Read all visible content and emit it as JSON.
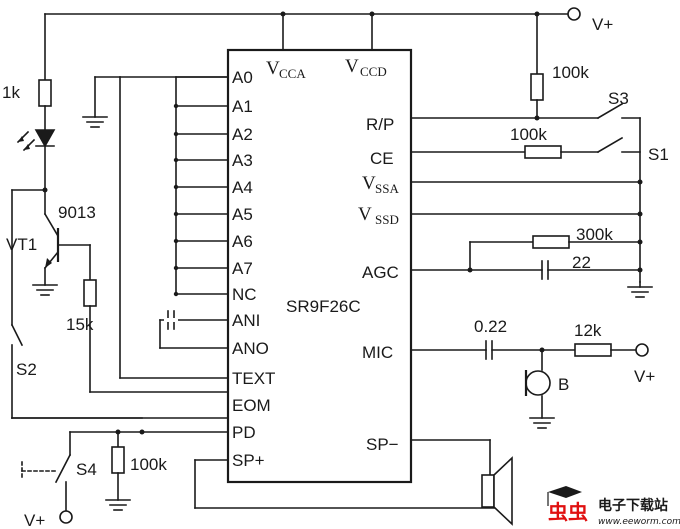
{
  "diagram": {
    "type": "circuit-schematic",
    "ic": {
      "name": "SR9F26C",
      "supply_pins": {
        "vcca": "V",
        "vcca_sub": "CCA",
        "vccd": "V",
        "vccd_sub": "CCD"
      },
      "left_pins": [
        "A0",
        "A1",
        "A2",
        "A3",
        "A4",
        "A5",
        "A6",
        "A7",
        "NC",
        "ANI",
        "ANO",
        "TEXT",
        "EOM",
        "PD",
        "SP+"
      ],
      "right_pins": {
        "rp": "R/P",
        "ce": "CE",
        "vssa": "V",
        "vssa_sub": "SSA",
        "vssd": "V",
        "vssd_sub": "SSD",
        "agc": "AGC",
        "mic": "MIC",
        "spm": "SP−"
      }
    },
    "labels": {
      "vplus_top": "V+",
      "vplus_mic": "V+",
      "vplus_s4": "V+",
      "r_1k": "1k",
      "r_100k_top": "100k",
      "r_100k_ce": "100k",
      "r_300k": "300k",
      "c_22": "22",
      "c_022": "0.22",
      "r_12k": "12k",
      "r_15k": "15k",
      "r_100k_pd": "100k",
      "transistor_part": "9013",
      "transistor_ref": "VT1",
      "mic_ref": "B",
      "s1": "S1",
      "s2": "S2",
      "s3": "S3",
      "s4": "S4"
    },
    "icons": [
      "led-icon",
      "npn-transistor-icon",
      "ground-icon",
      "microphone-icon",
      "speaker-icon",
      "switch-icon",
      "resistor-icon",
      "capacitor-icon"
    ]
  },
  "watermark": {
    "bug": "虫虫",
    "site_cn": "电子下载站",
    "url": "www.eeworm.com",
    "accent": "#e01010"
  }
}
